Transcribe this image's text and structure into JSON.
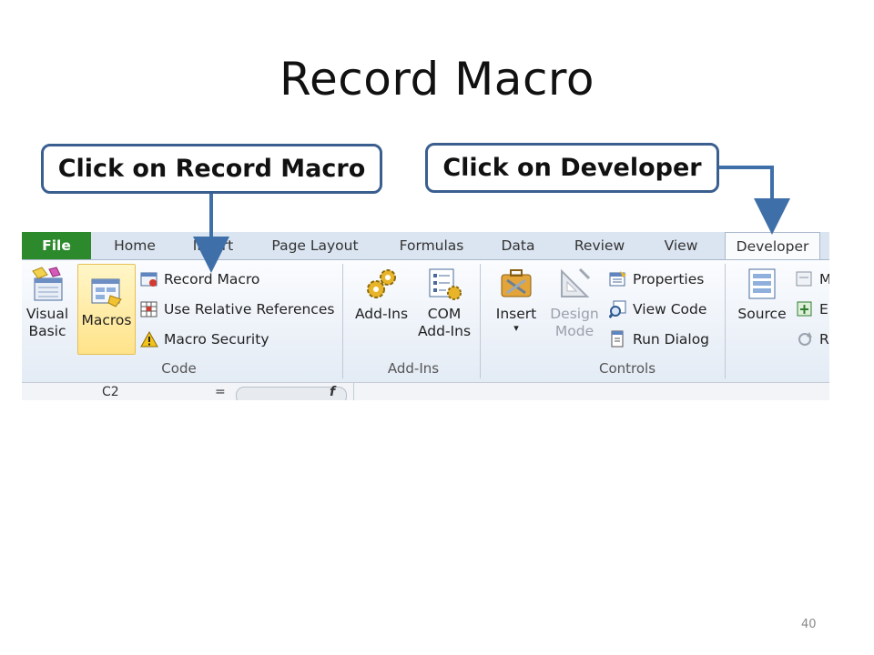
{
  "slide": {
    "title": "Record Macro",
    "page_number": "40"
  },
  "callouts": {
    "record_macro": "Click on Record Macro",
    "developer": "Click on Developer"
  },
  "ribbon": {
    "tabs": [
      "File",
      "Home",
      "Insert",
      "Page Layout",
      "Formulas",
      "Data",
      "Review",
      "View",
      "Developer"
    ],
    "active_tab": "Developer",
    "groups": {
      "code": {
        "label": "Code",
        "visual_basic_line1": "Visual",
        "visual_basic_line2": "Basic",
        "macros": "Macros",
        "record_macro": "Record Macro",
        "use_relative_references": "Use Relative References",
        "macro_security": "Macro Security"
      },
      "addins": {
        "label": "Add-Ins",
        "addins": "Add-Ins",
        "com_line1": "COM",
        "com_line2": "Add-Ins"
      },
      "controls": {
        "label": "Controls",
        "insert": "Insert",
        "insert_arrow": "▾",
        "design_line1": "Design",
        "design_line2": "Mode",
        "properties": "Properties",
        "view_code": "View Code",
        "run_dialog": "Run Dialog"
      },
      "xml": {
        "source": "Source",
        "partial_1": "M",
        "partial_2": "E",
        "partial_3": "R"
      }
    },
    "formula_bar": {
      "name_box": "C2",
      "equals": "=",
      "fx": "f"
    }
  },
  "colors": {
    "callout_border": "#3a5f8f",
    "file_tab": "#2c8a2c",
    "macros_highlight": "#ffe38a"
  }
}
